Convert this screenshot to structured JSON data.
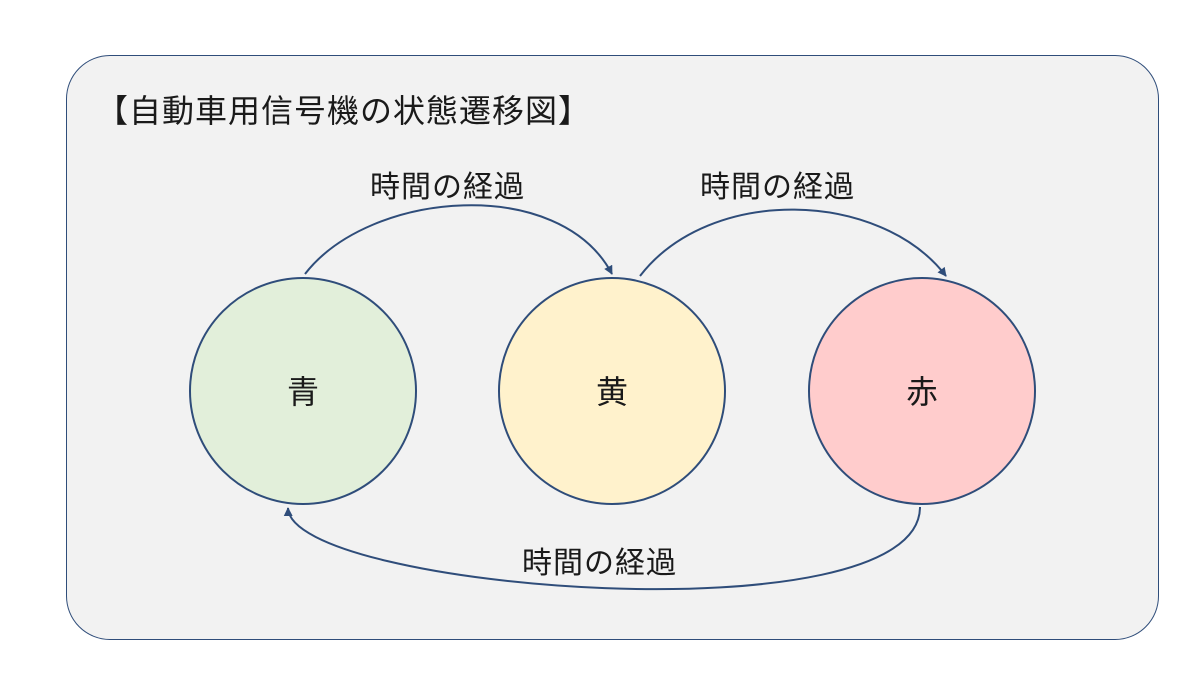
{
  "diagram": {
    "title": "【自動車用信号機の状態遷移図】",
    "states": [
      {
        "id": "green",
        "label": "青",
        "fill": "#e2efda",
        "stroke": "#2f4d7a"
      },
      {
        "id": "yellow",
        "label": "黄",
        "fill": "#fff2cc",
        "stroke": "#2f4d7a"
      },
      {
        "id": "red",
        "label": "赤",
        "fill": "#ffcccc",
        "stroke": "#2f4d7a"
      }
    ],
    "transitions": [
      {
        "from": "green",
        "to": "yellow",
        "label": "時間の経過"
      },
      {
        "from": "yellow",
        "to": "red",
        "label": "時間の経過"
      },
      {
        "from": "red",
        "to": "green",
        "label": "時間の経過"
      }
    ],
    "colors": {
      "edge": "#2f4d7a",
      "panel_bg": "#f2f2f2",
      "panel_border": "#2f4d7a"
    }
  }
}
